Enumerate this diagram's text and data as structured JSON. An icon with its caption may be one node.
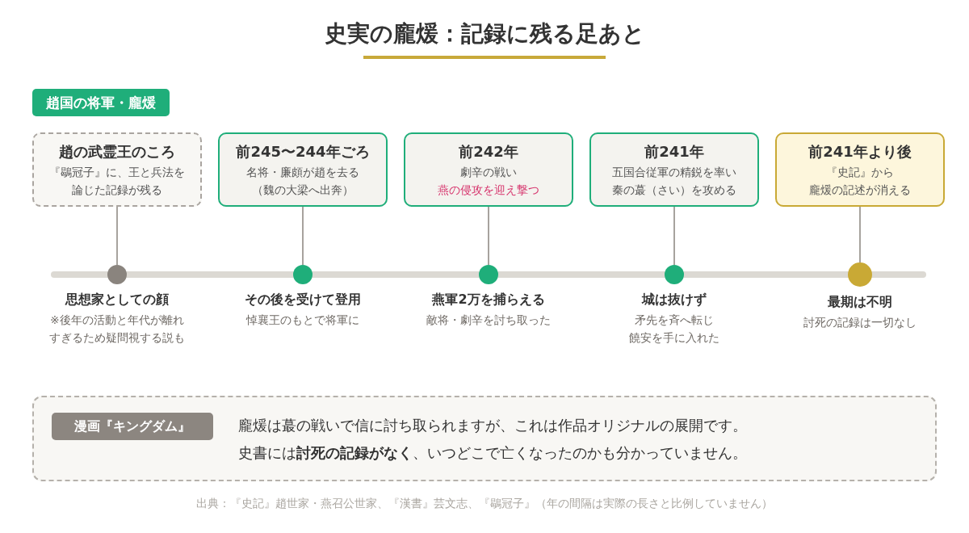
{
  "diagram": {
    "title": "史実の龐煖：記録に残る足あと",
    "caption": "出典：『史記』趙世家・燕召公世家、『漢書』芸文志、『鶡冠子』（年の間隔は実際の長さと比例していません）",
    "nodes": [
      {
        "text": [
          "趙国の将軍・龐煖"
        ]
      },
      {
        "text": [
          "趙の武霊王のころ",
          "『鶡冠子』に、王と兵法を",
          "論じた記録が残る"
        ]
      },
      {
        "text": [
          "前245〜244年ごろ",
          "名将・廉頗が趙を去る",
          "（魏の大梁へ出奔）"
        ]
      },
      {
        "text": [
          "前242年",
          "劇辛の戦い",
          "燕の侵攻を迎え撃つ"
        ]
      },
      {
        "text": [
          "前241年",
          "五国合従軍の精鋭を率い",
          "秦の蕞（さい）を攻める"
        ]
      },
      {
        "text": [
          "前241年より後",
          "『史記』から",
          "龐煖の記述が消える"
        ]
      },
      {
        "text": [],
        "shape": "circle",
        "beside": [
          "思想家としての顔",
          "※後年の活動と年代が離れ",
          "すぎるため疑問視する説も"
        ]
      },
      {
        "text": [],
        "shape": "circle",
        "beside": [
          "その後を受けて登用",
          "悼襄王のもとで将軍に"
        ]
      },
      {
        "text": [],
        "shape": "circle",
        "beside": [
          "燕軍2万を捕らえる",
          "敵将・劇辛を討ち取った"
        ]
      },
      {
        "text": [],
        "shape": "circle",
        "beside": [
          "城は抜けず",
          "矛先を斉へ転じ",
          "饒安を手に入れた"
        ]
      },
      {
        "text": [],
        "shape": "circle",
        "beside": [
          "最期は不明",
          "討死の記録は一切なし"
        ]
      },
      {
        "text": [
          "龐煖は蕞の戦いで信に討ち取られますが、これは作品オリジナルの展開です。",
          "史書には**討死の記録がなく**、いつどこで亡くなったのかも分かっていません。"
        ]
      },
      {
        "text": [
          "漫画『キングダム』"
        ],
        "in": 11
      }
    ],
    "edges": [
      {
        "from": 1,
        "to": 6,
        "arrow": "none"
      },
      {
        "from": 2,
        "to": 7,
        "arrow": "none"
      },
      {
        "from": 3,
        "to": 8,
        "arrow": "none"
      },
      {
        "from": 4,
        "to": 9,
        "arrow": "none"
      },
      {
        "from": 5,
        "to": 10,
        "arrow": "none"
      }
    ]
  }
}
